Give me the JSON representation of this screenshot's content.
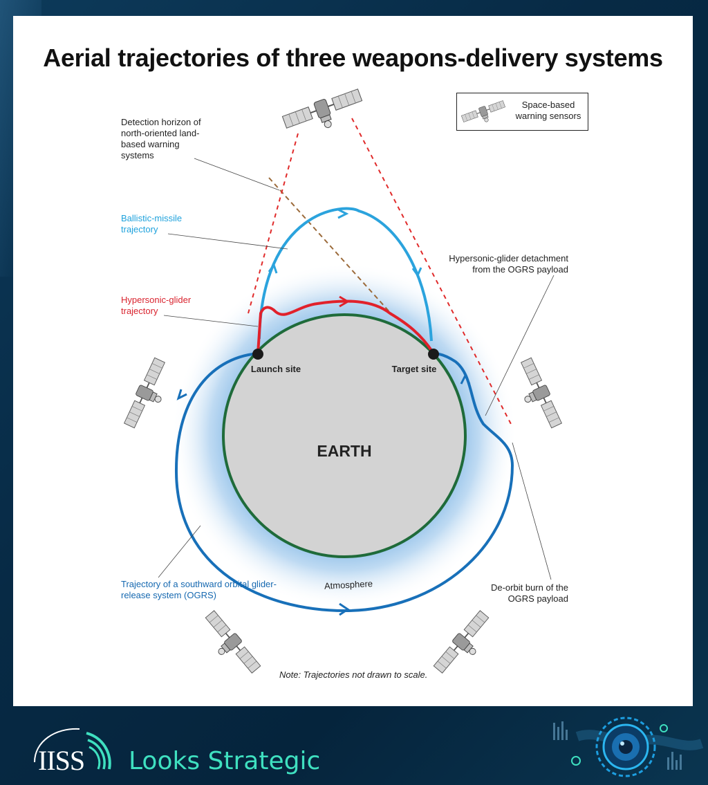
{
  "title": "Aerial trajectories of three weapons-delivery systems",
  "legend": {
    "label": "Space-based warning sensors",
    "icon": "satellite-icon"
  },
  "labels": {
    "detection_horizon": "Detection horizon of north-oriented land-based warning systems",
    "ballistic": "Ballistic-missile trajectory",
    "glider": "Hypersonic-glider trajectory",
    "detachment": "Hypersonic-glider detachment from the OGRS payload",
    "deorbit": "De-orbit burn of the OGRS payload",
    "ogrs": "Trajectory of a southward orbital glider-release system (OGRS)",
    "launch_site": "Launch site",
    "target_site": "Target site",
    "earth": "EARTH",
    "atmosphere": "Atmosphere"
  },
  "note": "Note: Trajectories not drawn to scale.",
  "colors": {
    "ballistic": "#2ba3dd",
    "glider": "#e1212b",
    "ogrs": "#1870b9",
    "earth_outline": "#1f6b3a",
    "sensor_sightline": "#e02a2a",
    "detection_horizon": "#9b6a3a",
    "brand_accent": "#3fe0c0"
  },
  "footer": {
    "iiss": "IISS",
    "series": "Looks Strategic"
  }
}
